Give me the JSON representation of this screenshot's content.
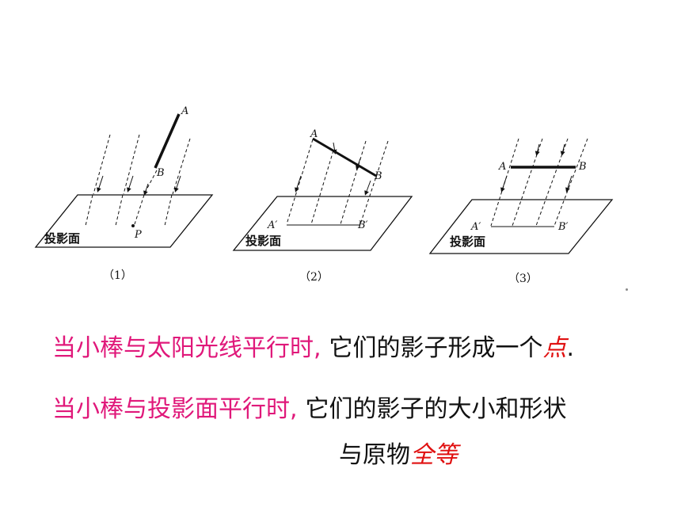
{
  "figures": [
    {
      "label": "（1）",
      "plane_label": "投影面",
      "points": {
        "A": "A",
        "B": "B",
        "P": "P"
      }
    },
    {
      "label": "（2）",
      "plane_label": "投影面",
      "points": {
        "A": "A",
        "B": "B",
        "A_prime": "A′",
        "B_prime": "B′"
      }
    },
    {
      "label": "（3）",
      "plane_label": "投影面",
      "points": {
        "A": "A",
        "B": "B",
        "A_prime": "A′",
        "B_prime": "B′"
      }
    }
  ],
  "statements": {
    "line1": {
      "condition": "当小棒与太阳光线平行时,",
      "result": "它们的影子形成一个",
      "highlight": "点",
      "end": "."
    },
    "line2": {
      "condition": "当小棒与投影面平行时,",
      "result": "它们的影子的大小和形状"
    },
    "line3": {
      "result": "与原物",
      "highlight": "全等"
    }
  },
  "colors": {
    "condition": "#e0187a",
    "highlight": "#e01010",
    "text": "#111111"
  }
}
